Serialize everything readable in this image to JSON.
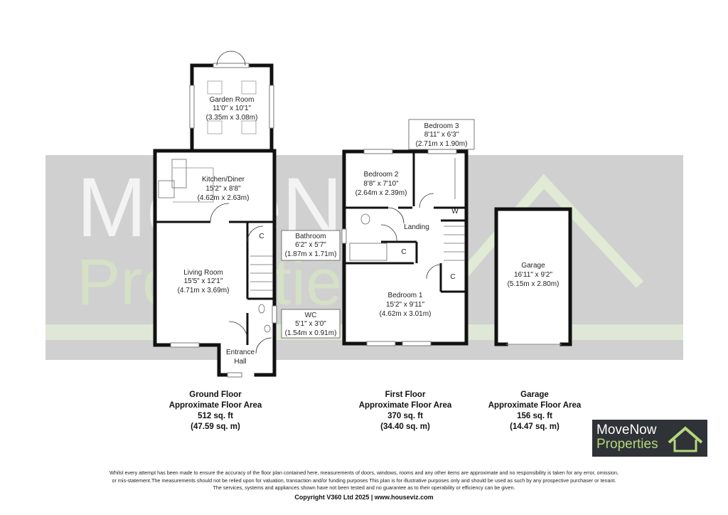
{
  "watermark": {
    "line1": "MoveNow",
    "line2": "Properties"
  },
  "rooms": {
    "garden_room": {
      "name": "Garden Room",
      "imperial": "11'0\" x 10'1\"",
      "metric": "(3.35m x 3.08m)"
    },
    "kitchen": {
      "name": "Kitchen/Diner",
      "imperial": "15'2\" x 8'8\"",
      "metric": "(4.62m x 2.63m)"
    },
    "living": {
      "name": "Living Room",
      "imperial": "15'5\" x 12'1\"",
      "metric": "(4.71m x 3.69m)"
    },
    "entrance": {
      "line1": "Entrance",
      "line2": "Hall"
    },
    "wc": {
      "name": "WC",
      "imperial": "5'1\" x 3'0\"",
      "metric": "(1.54m x 0.91m)"
    },
    "bathroom": {
      "name": "Bathroom",
      "imperial": "6'2\" x 5'7\"",
      "metric": "(1.87m x 1.71m)"
    },
    "bedroom2": {
      "name": "Bedroom 2",
      "imperial": "8'8\" x 7'10\"",
      "metric": "(2.64m x 2.39m)"
    },
    "bedroom3": {
      "name": "Bedroom 3",
      "imperial": "8'11\" x 6'3\"",
      "metric": "(2.71m x 1.90m)"
    },
    "landing": {
      "name": "Landing"
    },
    "bedroom1": {
      "name": "Bedroom 1",
      "imperial": "15'2\" x 9'11\"",
      "metric": "(4.62m x 3.01m)"
    },
    "garage": {
      "name": "Garage",
      "imperial": "16'11\" x 9'2\"",
      "metric": "(5.15m x 2.80m)"
    },
    "cupboard": "C",
    "wardrobe": "W"
  },
  "floors": [
    {
      "name": "Ground Floor",
      "label": "Approximate Floor Area",
      "sqft": "512 sq. ft",
      "sqm": "(47.59 sq. m)"
    },
    {
      "name": "First Floor",
      "label": "Approximate Floor Area",
      "sqft": "370 sq. ft",
      "sqm": "(34.40 sq. m)"
    },
    {
      "name": "Garage",
      "label": "Approximate Floor Area",
      "sqft": "156 sq. ft",
      "sqm": "(14.47 sq. m)"
    }
  ],
  "logo": {
    "line1": "MoveNow",
    "line2": "Properties"
  },
  "disclaimer": {
    "line1": "Whilst every attempt has been made to ensure the accuracy of the floor plan contained here, measurements of doors, windows, rooms and any other items are approximate and no responsibility is taken for any error, omission,",
    "line2": "or mis-statement.The measurements should not be relied upon for valuation, transaction and/or funding purposes This plan is for illustrative purposes only and should be used as such by any prospective purchaser or tenant.",
    "line3": "The services, systems and appliances shown have not been tested and no guarantee as to their operability or efficiency can be given."
  },
  "copyright": "Copyright V360 Ltd 2025 | www.houseviz.com",
  "colors": {
    "watermark_band": "#d0d0d0",
    "logo_bg": "#2f3236",
    "logo_accent": "#b5d77d"
  }
}
